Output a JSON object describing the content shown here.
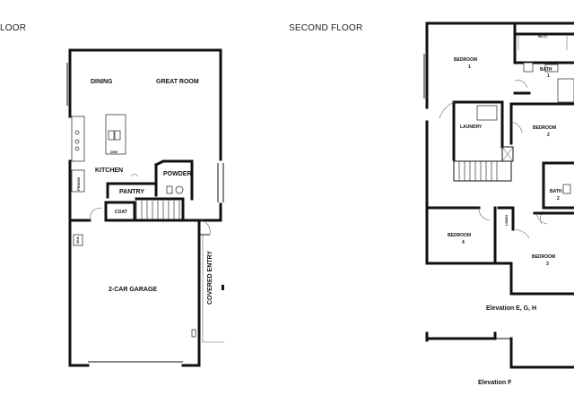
{
  "headings": {
    "first_floor": "LOOR",
    "second_floor": "SECOND FLOOR"
  },
  "first_floor": {
    "dining": "DINING",
    "great_room": "GREAT ROOM",
    "dw": "D/W",
    "kitchen": "KITCHEN",
    "powder": "POWDER",
    "pantry": "PANTRY",
    "fridge": "FRIDGE",
    "coat": "COAT",
    "garage": "2-CAR GARAGE",
    "covered_entry": "COVERED ENTRY",
    "wh": "W.H."
  },
  "second_floor": {
    "wic": "W.I.C.",
    "bedroom1_a": "BEDROOM",
    "bedroom1_b": "1",
    "bath1_a": "BATH",
    "bath1_b": "1",
    "laundry": "LAUNDRY",
    "bedroom2_a": "BEDROOM",
    "bedroom2_b": "2",
    "bath2_a": "BATH",
    "bath2_b": "2",
    "linen": "LINEN",
    "bedroom4_a": "BEDROOM",
    "bedroom4_b": "4",
    "bedroom3_a": "BEDROOM",
    "bedroom3_b": "3"
  },
  "elevations": {
    "egh": "Elevation E, G, H",
    "f": "Elevation F"
  }
}
